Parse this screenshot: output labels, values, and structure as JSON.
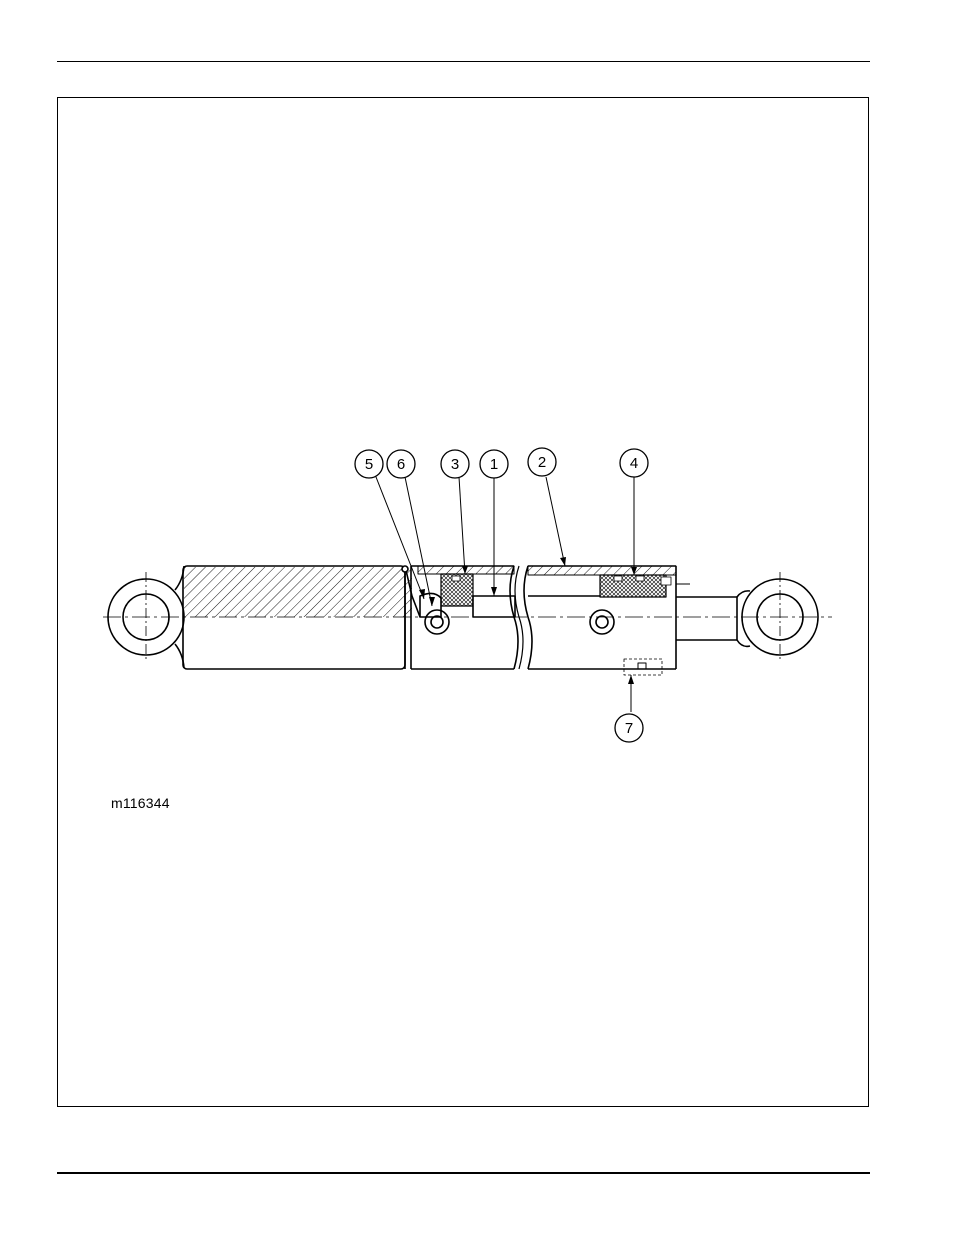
{
  "figure": {
    "code": "m116344",
    "callouts": [
      {
        "id": "callout-5",
        "label": "5"
      },
      {
        "id": "callout-6",
        "label": "6"
      },
      {
        "id": "callout-3",
        "label": "3"
      },
      {
        "id": "callout-1",
        "label": "1"
      },
      {
        "id": "callout-2",
        "label": "2"
      },
      {
        "id": "callout-4",
        "label": "4"
      },
      {
        "id": "callout-7",
        "label": "7"
      }
    ]
  }
}
